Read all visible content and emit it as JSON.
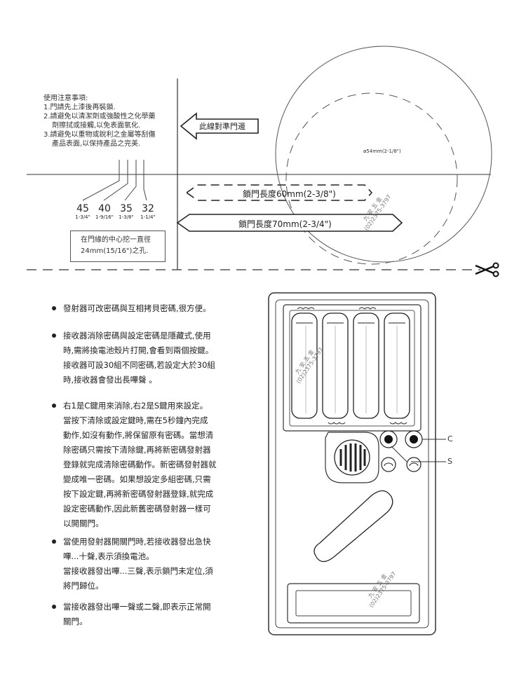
{
  "notes": {
    "title": "使用注意事項:",
    "items": [
      "1.門請先上漆後再裝鎖.",
      "2.請避免以清潔劑或強酸性之化學藥",
      "劑擦拭或接觸,以免表面氧化.",
      "3.請避免以重物或銳利之金屬等刮傷",
      "產品表面,以保持產品之完美."
    ]
  },
  "arrow_label": "此線對準門邊",
  "diameter_label": "ø54mm(2-1/8\")",
  "backset": {
    "short": "鎖門長度60mm(2-3/8\")",
    "long": "鎖門長度70mm(2-3/4\")"
  },
  "sizes": [
    {
      "mm": "45",
      "inch": "1-3/4\""
    },
    {
      "mm": "40",
      "inch": "1-9/16\""
    },
    {
      "mm": "35",
      "inch": "1-3/8\""
    },
    {
      "mm": "32",
      "inch": "1-1/4\""
    }
  ],
  "hole_note": [
    "在門緣的中心挖一直徑",
    "24mm(15/16\")之孔."
  ],
  "stamp": {
    "name": "九 安 五 金",
    "phone": "(02)2375-3797"
  },
  "paragraphs": [
    [
      "發射器可改密碼與互相拷貝密碼,很方便。"
    ],
    [
      "接收器消除密碼與設定密碼是隱藏式,使用",
      "時,需將換電池殼片打開,會看到兩個按鍵。",
      "接收器可設30組不同密碼,若設定大於30組",
      "時,接收器會發出長嗶聲 。"
    ],
    [
      "右1是C鍵用來消除,右2是S鍵用來設定。",
      "當按下清除或設定鍵時,需在5秒鐘內完成",
      "動作,如沒有動作,將保留原有密碼。當想清",
      "除密碼只需按下清除鍵,再將新密碼發射器",
      "登錄就完成清除密碼動作。新密碼發射器就",
      "變成唯一密碼。如果想設定多組密碼,只需",
      "按下設定鍵,再將新密碼發射器登錄,就完成",
      "設定密碼動作,因此新舊密碼發射器一樣可",
      "以開關門。"
    ],
    [
      "當使用發射器開關門時,若接收器發出急快",
      "嗶...十聲,表示須換電池。",
      "當接收器發出嗶...三聲,表示鎖門未定位,須",
      "將門歸位。"
    ],
    [
      "當接收器發出嗶一聲或二聲,即表示正常開",
      "關門。"
    ]
  ],
  "buttons": {
    "c_label": "C",
    "s_label": "S"
  }
}
